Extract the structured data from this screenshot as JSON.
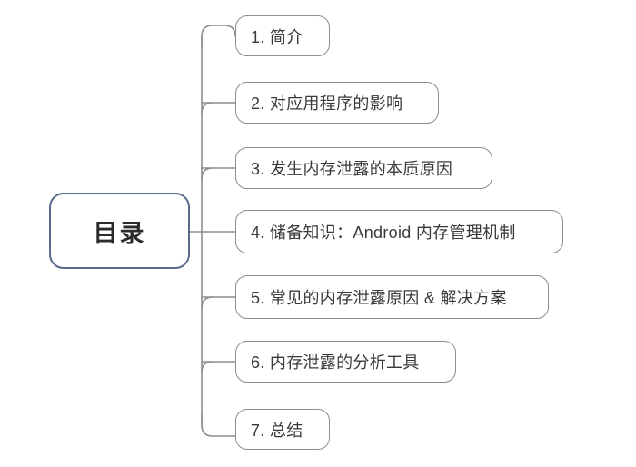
{
  "diagram": {
    "type": "mindmap",
    "orientation": "left-root-right-branches",
    "background_color": "#ffffff",
    "root": {
      "label": "目录",
      "border_color": "#5b6a8c",
      "text_color": "#2b2b2b"
    },
    "branch_style": {
      "border_color": "#8d8d8d",
      "text_color": "#3a3a3a",
      "connector_color": "#8d8d8d"
    },
    "branches": [
      {
        "index": "1",
        "label": "1. 简介"
      },
      {
        "index": "2",
        "label": "2. 对应用程序的影响"
      },
      {
        "index": "3",
        "label": "3. 发生内存泄露的本质原因"
      },
      {
        "index": "4",
        "label": "4. 储备知识：Android 内存管理机制"
      },
      {
        "index": "5",
        "label": "5. 常见的内存泄露原因 & 解决方案"
      },
      {
        "index": "6",
        "label": "6. 内存泄露的分析工具"
      },
      {
        "index": "7",
        "label": "7. 总结"
      }
    ]
  }
}
